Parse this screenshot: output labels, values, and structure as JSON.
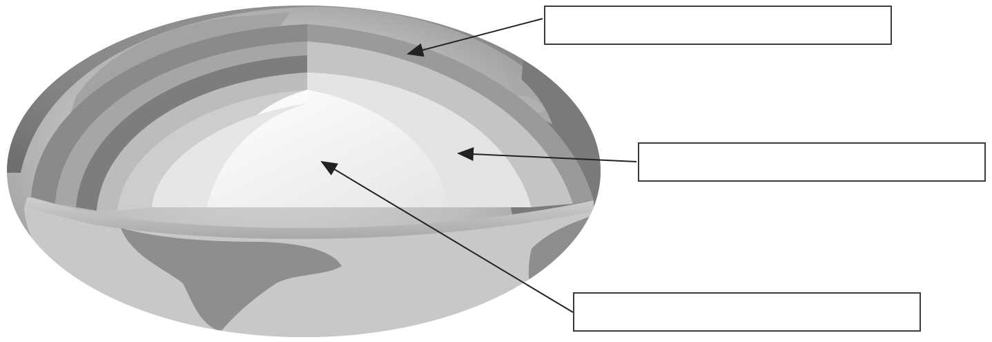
{
  "diagram": {
    "subject": "earth-interior-cutaway",
    "labels": [
      {
        "key": "crust",
        "text": ""
      },
      {
        "key": "outer-core",
        "text": ""
      },
      {
        "key": "inner-core",
        "text": ""
      }
    ],
    "colors": {
      "ocean": "#7f7f7f",
      "land": "#9a9a9a",
      "crust_band": "#8c8c8c",
      "mantle_outer": "#b5b5b5",
      "mantle_inner": "#d2d2d2",
      "outer_core": "#ececec",
      "inner_core": "#ffffff",
      "box_border": "#3a3a3a",
      "arrow": "#222222"
    }
  }
}
